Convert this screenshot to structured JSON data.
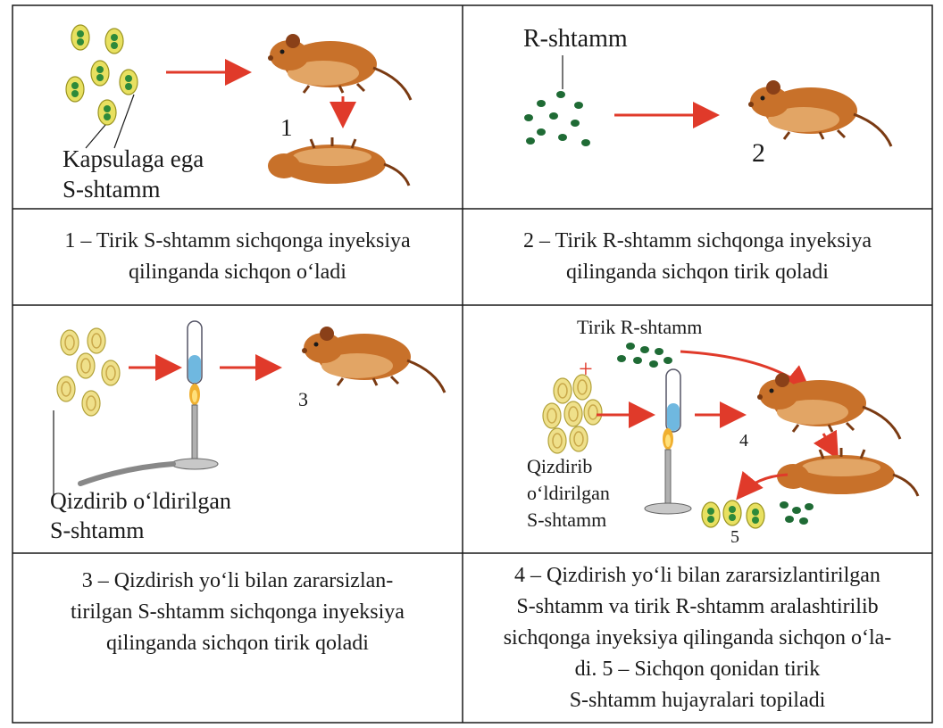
{
  "panels": [
    {
      "labels": {
        "capsule": "Kapsulaga ega",
        "strain": "S-shtamm",
        "num1": "1"
      },
      "caption": "1 – Tirik S-shtamm sichqonga inyeksiya\nqilinganda sichqon o‘ladi"
    },
    {
      "labels": {
        "strain": "R-shtamm",
        "num2": "2"
      },
      "caption": "2 – Tirik R-shtamm sichqonga inyeksiya\nqilinganda sichqon tirik qoladi"
    },
    {
      "labels": {
        "killed": "Qizdirib o‘ldirilgan",
        "strain": "S-shtamm",
        "num3": "3"
      },
      "caption": "3 – Qizdirish yo‘li bilan zararsizlan-\ntirilgan S-shtamm sichqonga inyeksiya\nqilinganda sichqon tirik qoladi"
    },
    {
      "labels": {
        "live_r": "Tirik R-shtamm",
        "plus": "+",
        "killed_l1": "Qizdirib",
        "killed_l2": "o‘ldirilgan",
        "strain": "S-shtamm",
        "num4": "4",
        "num5": "5"
      },
      "caption": "4 – Qizdirish yo‘li bilan zararsizlantirilgan\nS-shtamm va tirik R-shtamm aralashtirilib\nsichqonga inyeksiya qilinganda sichqon o‘la-\ndi. 5 – Sichqon qonidan tirik\nS-shtamm hujayralari topiladi"
    }
  ],
  "colors": {
    "border": "#1a1a1a",
    "arrow": "#e03a2a",
    "mouse_body": "#c8712a",
    "mouse_dark": "#7a3a12",
    "cell_yellow": "#e8e060",
    "cell_green": "#2e8a3a",
    "r_cell": "#1f6b35",
    "tube_liquid": "#6fb8e0"
  }
}
